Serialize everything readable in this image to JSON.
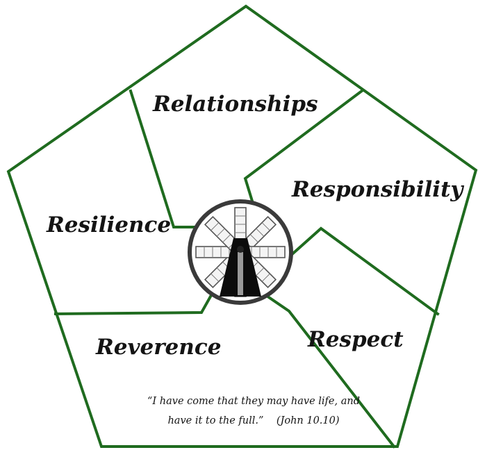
{
  "diagram": {
    "sections": [
      {
        "id": "relationships",
        "label": "Relationships"
      },
      {
        "id": "responsibility",
        "label": "Responsibility"
      },
      {
        "id": "respect",
        "label": "Respect"
      },
      {
        "id": "reverence",
        "label": "Reverence"
      },
      {
        "id": "resilience",
        "label": "Resilience"
      }
    ],
    "quote": {
      "line1": "“I have come that they may have life, and",
      "line2": "have it to the full.”    (John 10.10)"
    },
    "colors": {
      "outline": "#1f6b1f",
      "text": "#141414",
      "logo_ring": "#3a3a3a"
    },
    "center_icon": "windmill-icon"
  }
}
